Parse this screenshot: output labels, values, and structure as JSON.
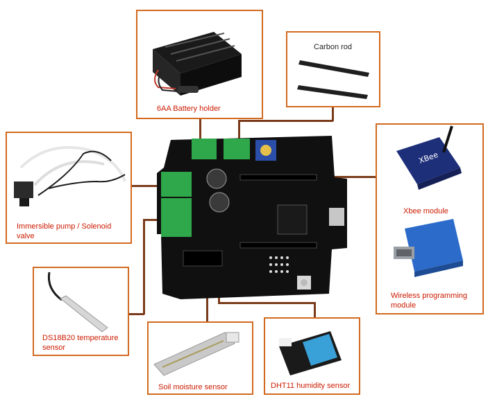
{
  "colors": {
    "box_border": "#d2691e",
    "label_text": "#cc1a00",
    "wire": "#7a3b1a",
    "pcb": "#111111",
    "terminal_green": "#2ea84a"
  },
  "components": {
    "battery_holder": {
      "label": "6AA Battery holder"
    },
    "carbon_rod": {
      "label": "Carbon rod"
    },
    "pump": {
      "label_line1": "Immersible pump / Solenoid",
      "label_line2": "valve"
    },
    "xbee": {
      "label": "Xbee module"
    },
    "wireless": {
      "label_line1": "Wireless programming",
      "label_line2": "module"
    },
    "ds18b20": {
      "label_line1": "DS18B20 temperature",
      "label_line2": "sensor"
    },
    "soil": {
      "label": "Soil moisture sensor"
    },
    "dht11": {
      "label": "DHT11 humidity sensor"
    }
  }
}
